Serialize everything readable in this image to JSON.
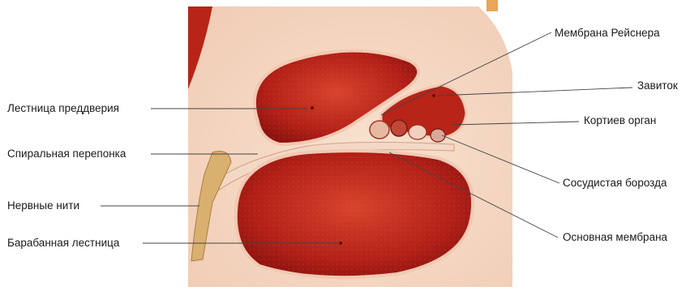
{
  "labels_left": [
    "Лестница преддверия",
    "Спиральная перепонка",
    "Нервные нити",
    "Барабанная лестница"
  ],
  "labels_right": [
    "Мембрана Рейснера",
    "Завиток",
    "Кортиев орган",
    "Сосудистая борозда",
    "Основная мембрана"
  ],
  "colors": {
    "background": "#f6dcc8",
    "chamber_red": "#c0281c",
    "chamber_dark": "#8e1410",
    "membrane": "#f0c6b0",
    "nerve": "#d9b070"
  }
}
